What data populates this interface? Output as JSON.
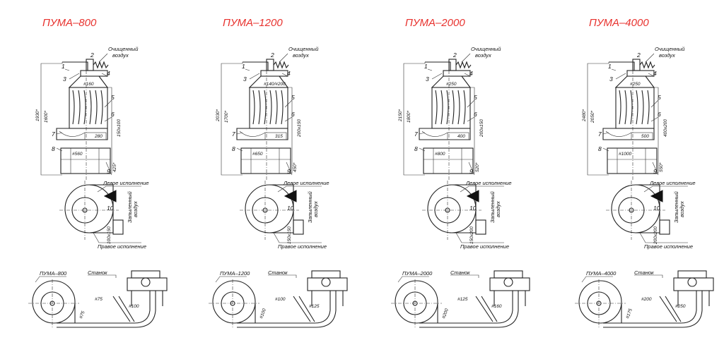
{
  "common": {
    "clean_air_1": "Очищенный",
    "clean_air_2": "воздух",
    "dirty_air_1": "Запыленный",
    "dirty_air_2": "воздух",
    "left_version": "Левое исполнение",
    "right_version": "Правое исполнение",
    "machine": "Станок",
    "arrow_label": "10",
    "parts": [
      "1",
      "2",
      "3",
      "4",
      "5",
      "6",
      "7",
      "8",
      "9"
    ]
  },
  "models": [
    {
      "title": "ПУМА–800",
      "name": "ПУМА–800",
      "top_dia": "#160",
      "filter_dia": "#560",
      "width": "280",
      "outlet": "150x100",
      "h_total": "1930*",
      "h_body": "1600*",
      "h_base": "425*",
      "inlet": "100x150",
      "d_main": "#75",
      "d_branch": "#100",
      "d_side": "#75"
    },
    {
      "title": "ПУМА–1200",
      "name": "ПУМА–1200",
      "top_dia": "#140/#200",
      "filter_dia": "#650",
      "width": "315",
      "outlet": "200x150",
      "h_total": "2030*",
      "h_body": "1700*",
      "h_base": "450*",
      "inlet": "150x150",
      "d_main": "#100",
      "d_branch": "#125",
      "d_side": "#100"
    },
    {
      "title": "ПУМА–2000",
      "name": "ПУМА–2000",
      "top_dia": "#250",
      "filter_dia": "#800",
      "width": "400",
      "outlet": "200x150",
      "h_total": "2150*",
      "h_body": "1800*",
      "h_base": "520*",
      "inlet": "150x200",
      "d_main": "#125",
      "d_branch": "#160",
      "d_side": "#200"
    },
    {
      "title": "ПУМА–4000",
      "name": "ПУМА–4000",
      "top_dia": "#250",
      "filter_dia": "#1000",
      "width": "500",
      "outlet": "400x200",
      "h_total": "2480*",
      "h_body": "2050*",
      "h_base": "550*",
      "inlet": "200x200",
      "d_main": "#200",
      "d_branch": "#250",
      "d_side": "#175"
    }
  ]
}
